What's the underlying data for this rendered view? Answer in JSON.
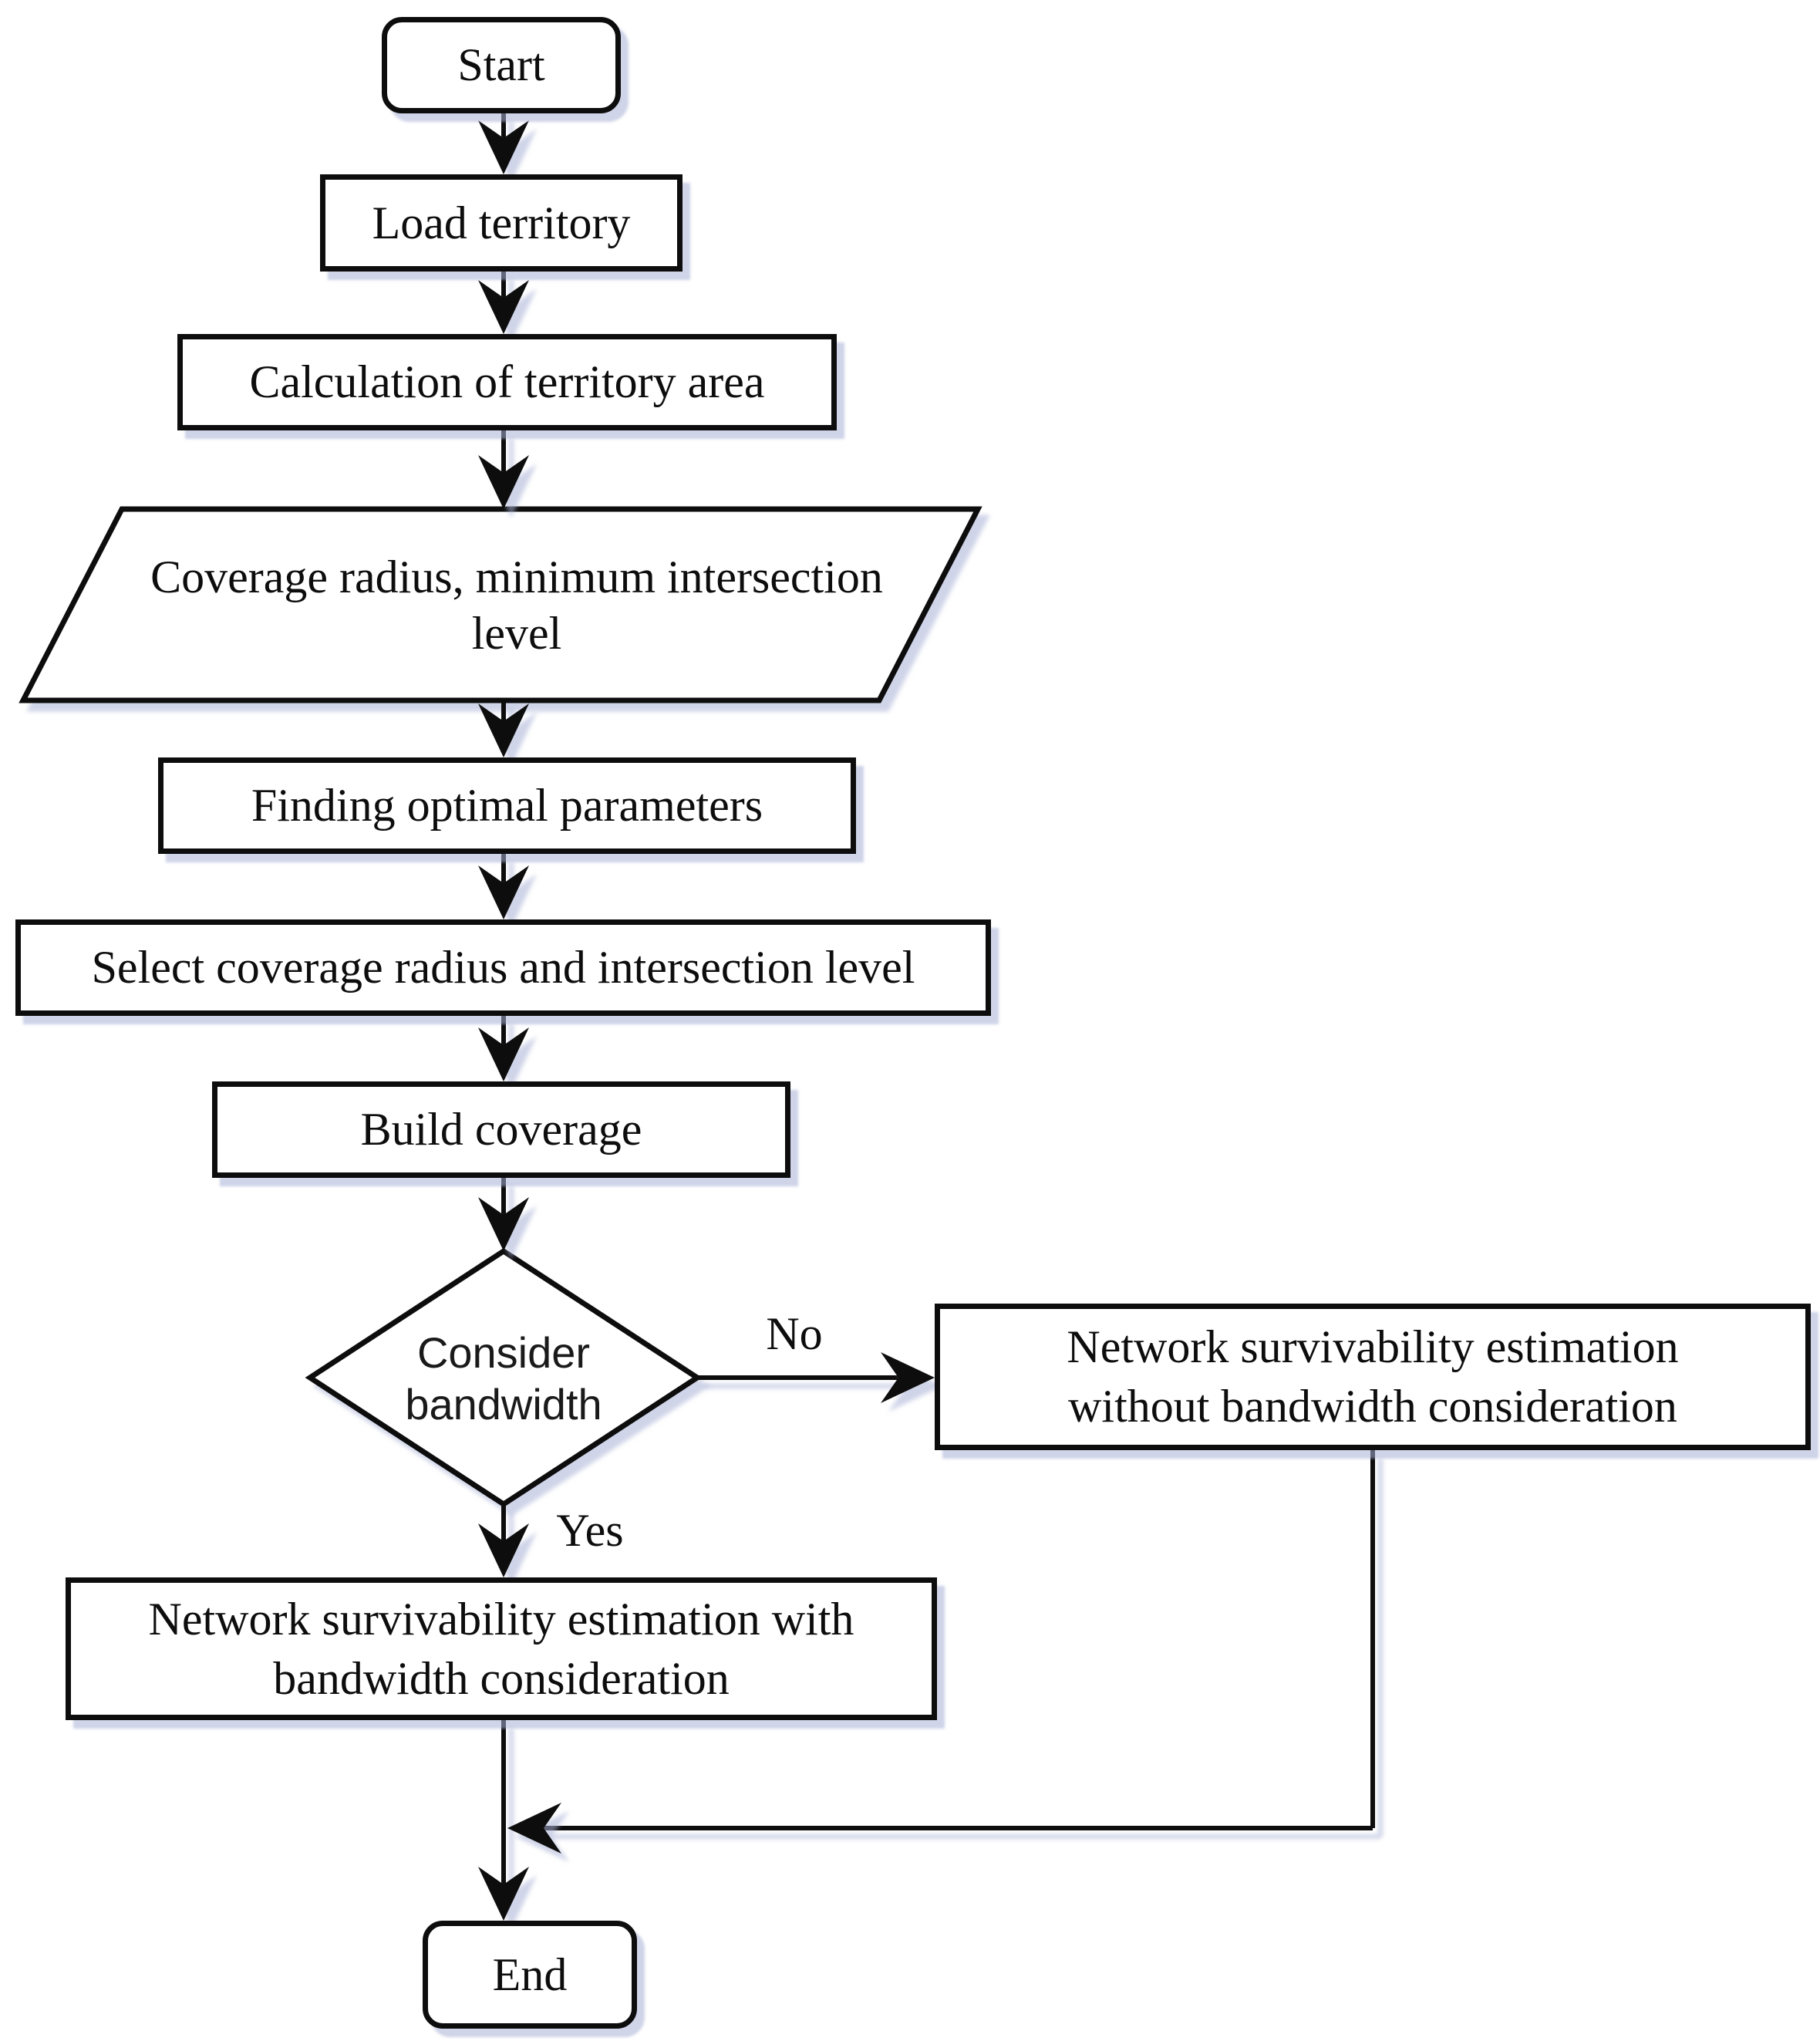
{
  "diagram": {
    "type": "flowchart",
    "nodes": {
      "start": "Start",
      "load_territory": "Load territory",
      "calc_area": "Calculation of territory area",
      "input_params": "Coverage radius, minimum intersection level",
      "finding_optimal": "Finding optimal parameters",
      "select_params": "Select coverage radius and intersection level",
      "build_coverage": "Build coverage",
      "decision": "Consider bandwidth",
      "estimation_without_bw": "Network survivability estimation without bandwidth consideration",
      "estimation_with_bw": "Network survivability estimation with bandwidth consideration",
      "end": "End"
    },
    "edge_labels": {
      "no": "No",
      "yes": "Yes"
    },
    "colors": {
      "stroke": "#0d0d0d",
      "fill": "#ffffff",
      "background": "#ffffff",
      "shadow": "rgba(168,176,214,0.55)"
    }
  }
}
